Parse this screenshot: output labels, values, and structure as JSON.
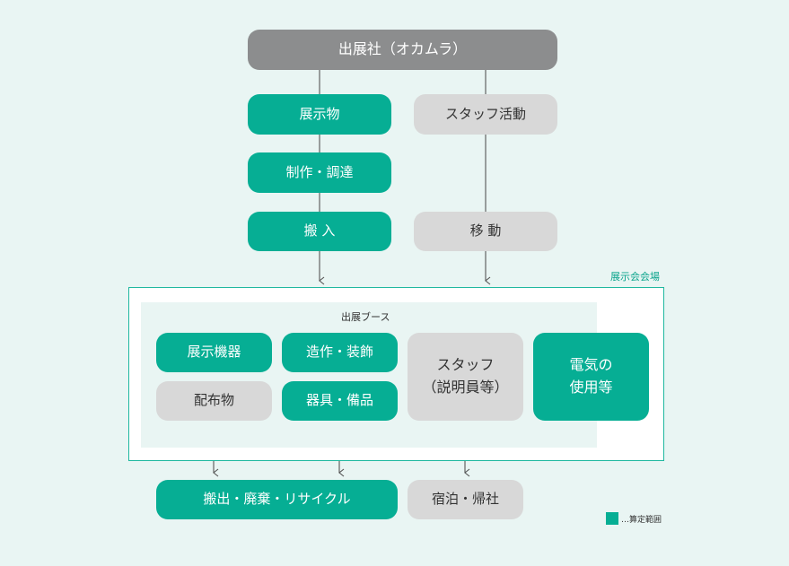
{
  "colors": {
    "scope": "#06ae94",
    "other": "#d8d8d8",
    "exhibitor": "#8c8d8e",
    "venue_border": "#1fb89f",
    "background": "#e9f5f3",
    "line": "#555555"
  },
  "nodes": {
    "exhibitor": "出展社（オカムラ）",
    "exhibits": "展示物",
    "production": "制作・調達",
    "carry_in": "搬 入",
    "staff_activity": "スタッフ活動",
    "travel": "移 動",
    "display_equipment": "展示機器",
    "construction": "造作・装飾",
    "handouts": "配布物",
    "furniture": "器具・備品",
    "staff": "スタッフ\n（説明員等）",
    "electricity": "電気の\n使用等",
    "carry_out": "搬出・廃棄・リサイクル",
    "lodging": "宿泊・帰社"
  },
  "labels": {
    "venue": "展示会会場",
    "booth": "出展ブース"
  },
  "legend": {
    "text": "…算定範囲"
  }
}
